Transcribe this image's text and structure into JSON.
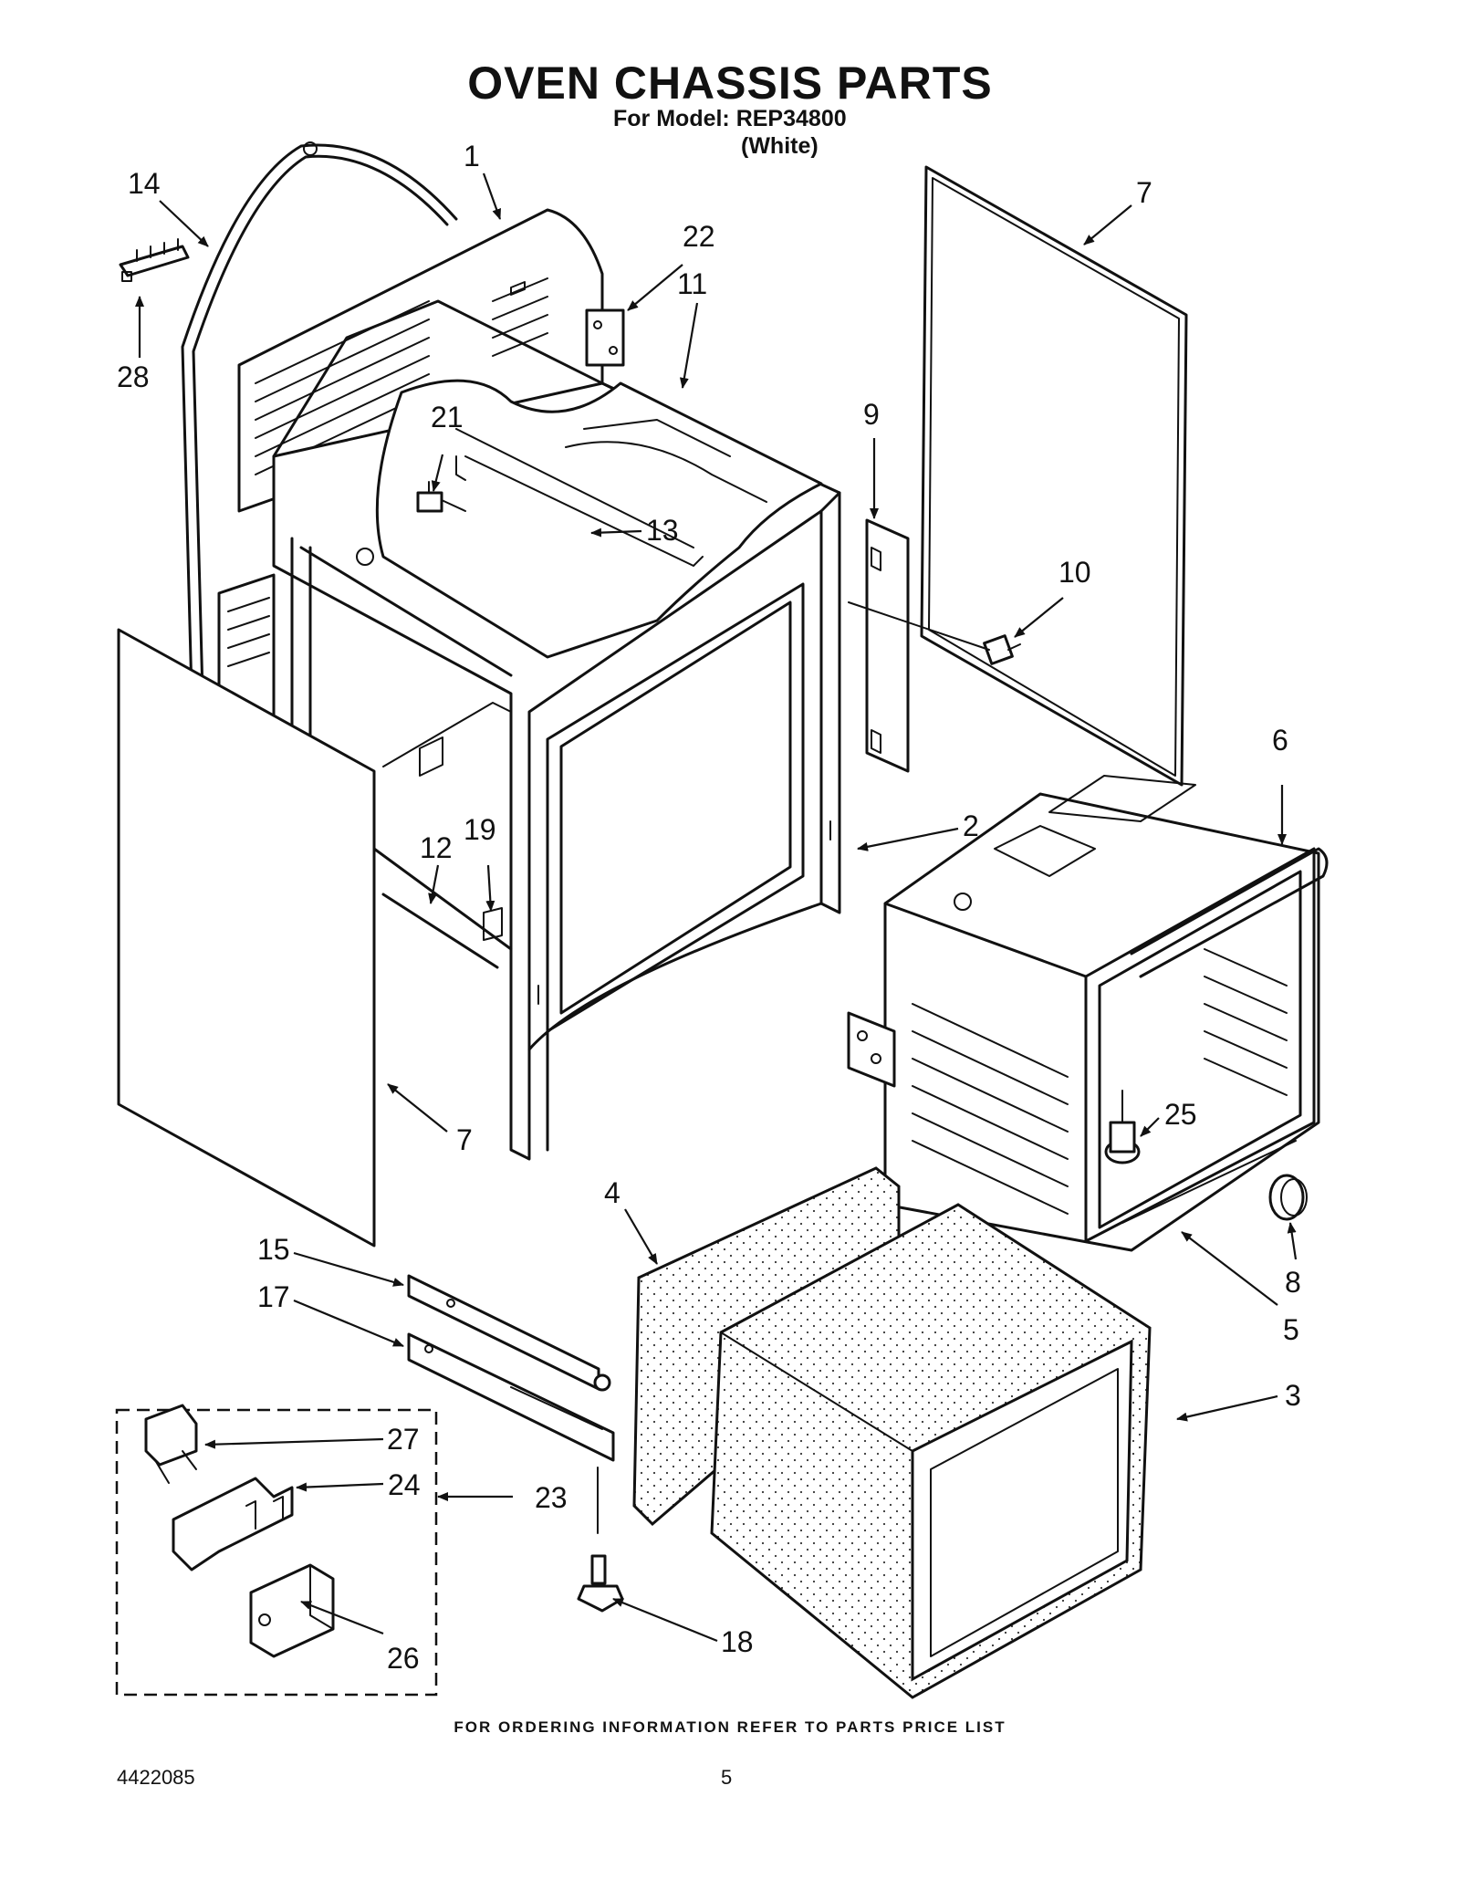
{
  "header": {
    "title": "OVEN CHASSIS PARTS",
    "model_line": "For Model: REP34800",
    "color_line": "(White)"
  },
  "callouts": {
    "c1": "1",
    "c2": "2",
    "c3": "3",
    "c4": "4",
    "c5": "5",
    "c6": "6",
    "c7a": "7",
    "c7b": "7",
    "c8": "8",
    "c9": "9",
    "c10": "10",
    "c11": "11",
    "c12": "12",
    "c13": "13",
    "c14": "14",
    "c15": "15",
    "c17": "17",
    "c18": "18",
    "c19": "19",
    "c21": "21",
    "c22": "22",
    "c23": "23",
    "c24": "24",
    "c25": "25",
    "c26": "26",
    "c27": "27",
    "c28": "28"
  },
  "footer": {
    "ordering_note": "FOR ORDERING INFORMATION REFER TO PARTS PRICE LIST",
    "document_number": "4422085",
    "page_number": "5"
  }
}
